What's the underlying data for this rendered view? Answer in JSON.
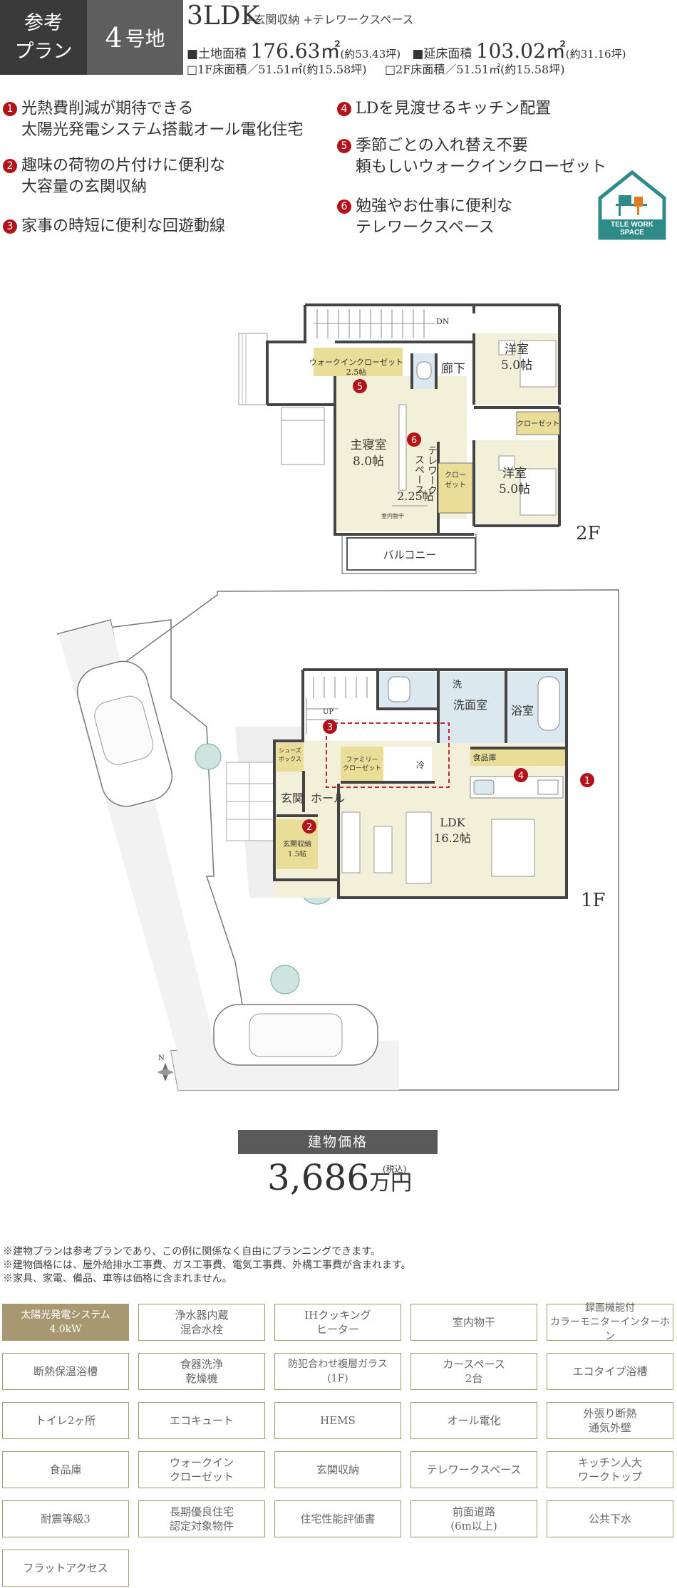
{
  "header": {
    "tag_line1": "参考",
    "tag_line2": "プラン",
    "lot_number": "4",
    "lot_suffix": "号地",
    "layout": "3LDK",
    "layout_extra": "+玄関収納 +テレワークスペース",
    "land_area_label": "■土地面積",
    "land_area_value": "176.63㎡",
    "land_area_tsubo": "(約53.43坪)",
    "floor_area_label": "■延床面積",
    "floor_area_value": "103.02㎡",
    "floor_area_tsubo": "(約31.16坪)",
    "floor1_area": "□1F床面積／51.51㎡(約15.58坪)",
    "floor2_area": "□2F床面積／51.51㎡(約15.58坪)"
  },
  "features": [
    {
      "num": "1",
      "line1": "光熱費削減が期待できる",
      "line2": "太陽光発電システム搭載オール電化住宅"
    },
    {
      "num": "2",
      "line1": "趣味の荷物の片付けに便利な",
      "line2": "大容量の玄関収納"
    },
    {
      "num": "3",
      "line1": "家事の時短に便利な回遊動線",
      "line2": ""
    },
    {
      "num": "4",
      "line1": "LDを見渡せるキッチン配置",
      "line2": ""
    },
    {
      "num": "5",
      "line1": "季節ごとの入れ替え不要",
      "line2": "頼もしいウォークインクローゼット"
    },
    {
      "num": "6",
      "line1": "勉強やお仕事に便利な",
      "line2": "テレワークスペース"
    }
  ],
  "badge": {
    "line1": "TELE WORK",
    "line2": "SPACE"
  },
  "floor2": {
    "label": "2F",
    "rooms": {
      "dn": "DN",
      "wic": "ウォークインクローゼット",
      "wic_size": "2.5帖",
      "hall": "廊下",
      "western1": "洋室",
      "western1_size": "5.0帖",
      "closet1": "クローゼット",
      "master": "主寝室",
      "master_size": "8.0帖",
      "telework": "テレワーク",
      "telework2": "スペース",
      "telework_size": "2.25帖",
      "closet2a": "クロー",
      "closet2b": "ゼット",
      "western2": "洋室",
      "western2_size": "5.0帖",
      "indoor_dry": "室内物干",
      "balcony": "バルコニー"
    }
  },
  "floor1": {
    "label": "1F",
    "rooms": {
      "up": "UP",
      "wash": "洗",
      "washroom": "洗面室",
      "bath": "浴室",
      "shoes_box1": "シューズ",
      "shoes_box2": "ボックス",
      "family_closet1": "ファミリー",
      "family_closet2": "クローゼット",
      "fridge": "冷",
      "pantry": "食品庫",
      "entrance": "玄関",
      "hall": "ホール",
      "entrance_storage": "玄関収納",
      "entrance_storage_size": "1.5帖",
      "ldk": "LDK",
      "ldk_size": "16.2帖",
      "north": "N"
    }
  },
  "price": {
    "label": "建物価格",
    "value": "3,686",
    "unit": "万円",
    "tax": "(税込)"
  },
  "notes": [
    "※建物プランは参考プランであり、この例に関係なく自由にプランニングできます。",
    "※建物価格には、屋外給排水工事費、ガス工事費、電気工事費、外構工事費が含まれます。",
    "※家具、家電、備品、車等は価格に含まれません。"
  ],
  "equipment": [
    {
      "label": "太陽光発電システム\n4.0kW",
      "active": true
    },
    {
      "label": "浄水器内蔵\n混合水栓",
      "active": false
    },
    {
      "label": "IHクッキング\nヒーター",
      "active": false
    },
    {
      "label": "室内物干",
      "active": false
    },
    {
      "label": "録画機能付\nカラーモニターインターホン",
      "active": false
    },
    {
      "label": "断熱保温浴槽",
      "active": false
    },
    {
      "label": "食器洗浄\n乾燥機",
      "active": false
    },
    {
      "label": "防犯合わせ複層ガラス\n(1F)",
      "active": false
    },
    {
      "label": "カースペース\n2台",
      "active": false
    },
    {
      "label": "エコタイプ浴槽",
      "active": false
    },
    {
      "label": "トイレ2ヶ所",
      "active": false
    },
    {
      "label": "エコキュート",
      "active": false
    },
    {
      "label": "HEMS",
      "active": false
    },
    {
      "label": "オール電化",
      "active": false
    },
    {
      "label": "外張り断熱\n通気外壁",
      "active": false
    },
    {
      "label": "食品庫",
      "active": false
    },
    {
      "label": "ウォークイン\nクローゼット",
      "active": false
    },
    {
      "label": "玄関収納",
      "active": false
    },
    {
      "label": "テレワークスペース",
      "active": false
    },
    {
      "label": "キッチン人大\nワークトップ",
      "active": false
    },
    {
      "label": "耐震等級3",
      "active": false
    },
    {
      "label": "長期優良住宅\n認定対象物件",
      "active": false
    },
    {
      "label": "住宅性能評価書",
      "active": false
    },
    {
      "label": "前面道路\n(6m以上)",
      "active": false
    },
    {
      "label": "公共下水",
      "active": false
    },
    {
      "label": "フラットアクセス",
      "active": false
    }
  ],
  "colors": {
    "accent_red": "#b3121b",
    "room_cream": "#f3f0da",
    "storage_yellow": "#e9dd97",
    "wet_blue": "#dbe8ef",
    "equipment_gold": "#a89872",
    "badge_teal": "#2f8b8a"
  }
}
